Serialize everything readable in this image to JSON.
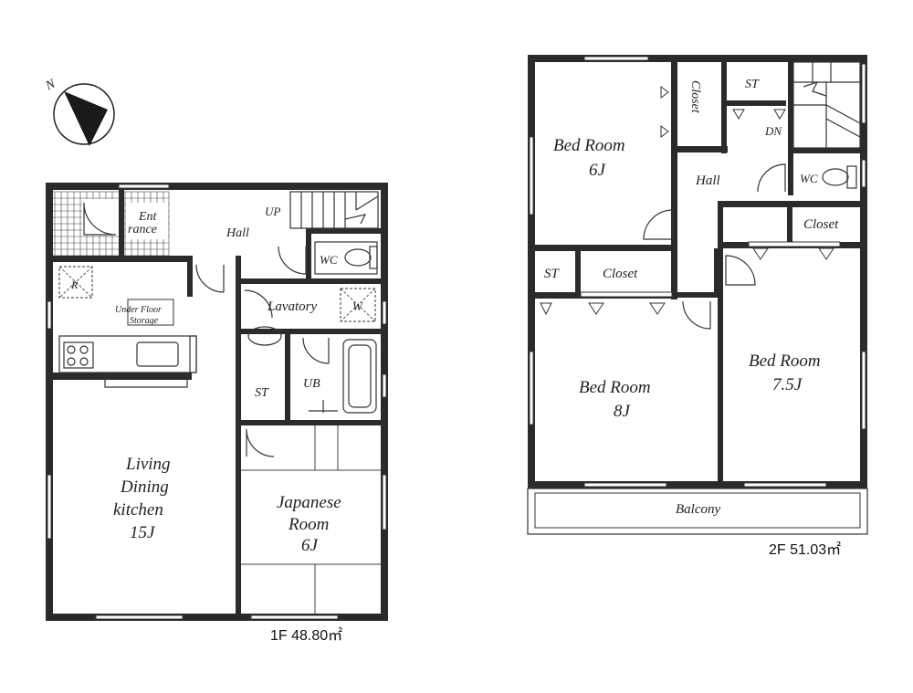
{
  "compass": {
    "north": "N"
  },
  "floor1": {
    "area": "1F 48.80㎡",
    "rooms": {
      "entrance_1": "Ent",
      "entrance_2": "rance",
      "hall": "Hall",
      "up": "UP",
      "wc": "WC",
      "refrigerator": "R",
      "under_floor_1": "Under Floor",
      "under_floor_2": "Storage",
      "lavatory": "Lavatory",
      "washer": "W",
      "st": "ST",
      "ub": "UB",
      "ldk_1": "Living",
      "ldk_2": "Dining",
      "ldk_3": "kitchen",
      "ldk_4": "15J",
      "japanese_1": "Japanese",
      "japanese_2": "Room",
      "japanese_3": "6J"
    }
  },
  "floor2": {
    "area": "2F 51.03㎡",
    "rooms": {
      "bed6_1": "Bed Room",
      "bed6_2": "6J",
      "closet_v": "Closet",
      "st_top": "ST",
      "dn": "DN",
      "hall": "Hall",
      "wc": "WC",
      "closet_right": "Closet",
      "st_left": "ST",
      "closet_mid": "Closet",
      "bed8_1": "Bed Room",
      "bed8_2": "8J",
      "bed75_1": "Bed Room",
      "bed75_2": "7.5J",
      "balcony": "Balcony"
    }
  }
}
